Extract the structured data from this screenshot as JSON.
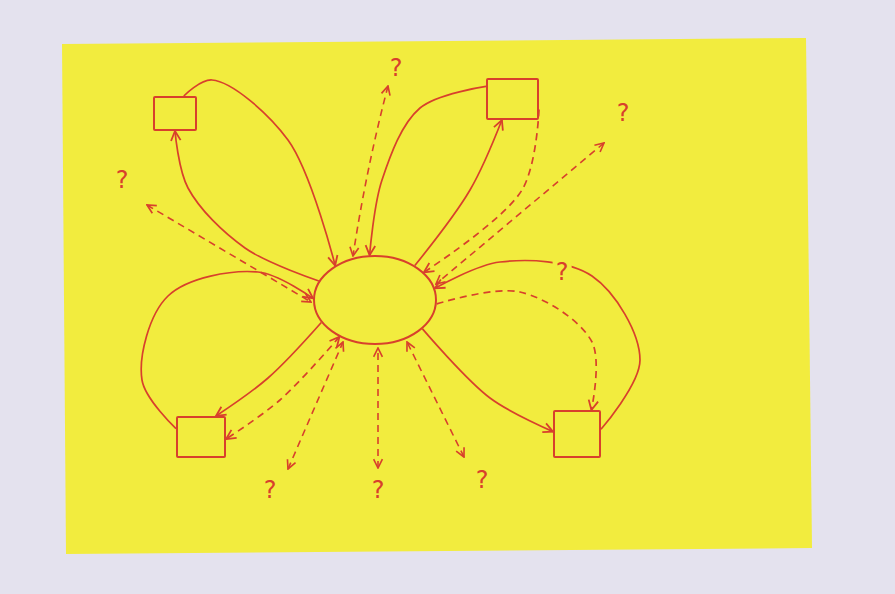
{
  "diagram": {
    "nodes": [
      {
        "text": []
      },
      {
        "text": []
      },
      {
        "text": []
      },
      {
        "text": []
      },
      {
        "text": []
      }
    ],
    "edges": [
      {
        "from": 0,
        "to": 2,
        "arrow": "to"
      },
      {
        "from": 2,
        "to": 0,
        "arrow": "to"
      },
      {
        "from": 1,
        "to": 2,
        "arrow": "to"
      },
      {
        "from": 2,
        "to": 1,
        "arrow": "to"
      },
      {
        "from": 1,
        "to": 2,
        "arrow": "to"
      },
      {
        "from": 3,
        "to": 2,
        "arrow": "to"
      },
      {
        "from": 2,
        "to": 3,
        "arrow": "to"
      },
      {
        "from": 2,
        "to": 3,
        "arrow": "both"
      },
      {
        "from": 4,
        "to": 2,
        "arrow": "to"
      },
      {
        "from": 2,
        "to": 4,
        "arrow": "to"
      },
      {
        "from": 2,
        "to": 4,
        "arrow": "to",
        "label": "?"
      }
    ],
    "labels": [
      "?",
      "?",
      "?",
      "?",
      "?",
      "?"
    ]
  }
}
